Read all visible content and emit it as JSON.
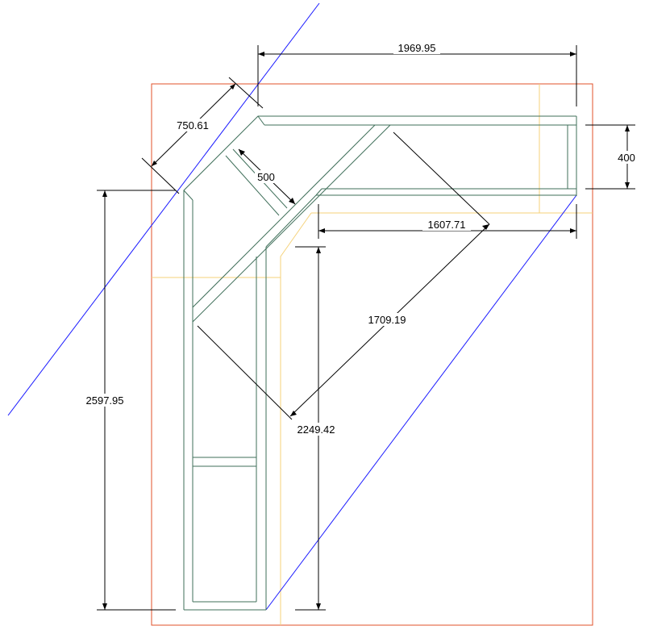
{
  "colors": {
    "background": "#ffffff",
    "sheet_border": "#e0502a",
    "guide": "#f5d27a",
    "frame": "#3f6f5a",
    "construction": "#1a1aff",
    "dimension": "#000000"
  },
  "dimensions": {
    "top_width": "1969.95",
    "diagonal_offset": "750.61",
    "member_width": "500",
    "end_height": "400",
    "inner_length": "1607.71",
    "cross_diagonal": "1709.19",
    "diagonal_length": "2249.42",
    "total_height": "2597.95"
  }
}
